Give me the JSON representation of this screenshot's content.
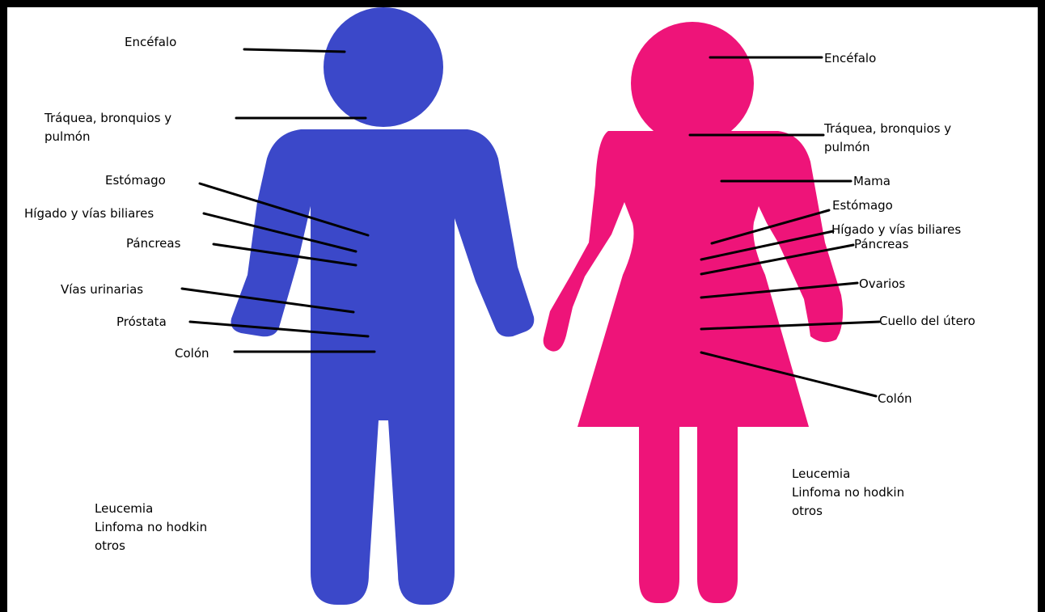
{
  "colors": {
    "male_figure": "#3b48c9",
    "female_figure": "#ee1479",
    "leader_line": "#000000",
    "frame_border": "#000000"
  },
  "male": {
    "labels": {
      "brain": "Encéfalo",
      "lung_line1": "Tráquea, bronquios y",
      "lung_line2": "pulmón",
      "stomach": "Estómago",
      "liver": "Hígado y vías biliares",
      "pancreas": "Páncreas",
      "urinary": "Vías urinarias",
      "prostate": "Próstata",
      "colon": "Colón"
    },
    "other_cancers": "Leucemia\nLinfoma no hodkin\notros"
  },
  "female": {
    "labels": {
      "brain": "Encéfalo",
      "lung_line1": "Tráquea, bronquios y",
      "lung_line2": "pulmón",
      "breast": "Mama",
      "stomach": "Estómago",
      "liver": "Hígado y vías biliares",
      "pancreas": "Páncreas",
      "ovaries": "Ovarios",
      "cervix": "Cuello del útero",
      "colon": "Colón"
    },
    "other_cancers": "Leucemia\nLinfoma no hodkin\notros"
  }
}
